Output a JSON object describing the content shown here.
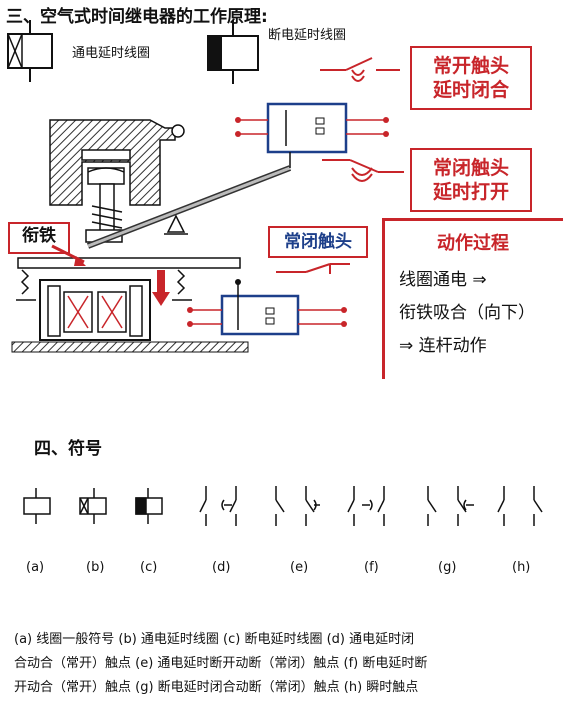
{
  "header": {
    "section3_title": "三、空气式时间继电器的工作原理:",
    "coil_on_delay": "通电延时线圈",
    "coil_off_delay": "断电延时线圈"
  },
  "labels": {
    "no_contact_line1": "常开触头",
    "no_contact_line2": "延时闭合",
    "nc_contact_line1": "常闭触头",
    "nc_contact_line2": "延时打开",
    "armature": "衔铁",
    "nc_contact": "常闭触头"
  },
  "process": {
    "title": "动作过程",
    "line1": "线圈通电 ⇒",
    "line2": "衔铁吸合（向下）",
    "line3": "⇒  连杆动作"
  },
  "section4_title": "四、符号",
  "symbol_labels": [
    "(a)",
    "(b)",
    "(c)",
    "(d)",
    "(e)",
    "(f)",
    "(g)",
    "(h)"
  ],
  "legend": {
    "line1": "(a) 线圈一般符号  (b) 通电延时线圈  (c) 断电延时线圈  (d) 通电延时闭",
    "line2": "合动合（常开）触点  (e) 通电延时断开动断（常闭）触点  (f) 断电延时断",
    "line3": "开动合（常开）触点  (g) 断电延时闭合动断（常闭）触点  (h) 瞬时触点"
  },
  "colors": {
    "accent_red": "#c8252a",
    "box_blue": "#1d3f8a",
    "hatch": "#333333"
  }
}
